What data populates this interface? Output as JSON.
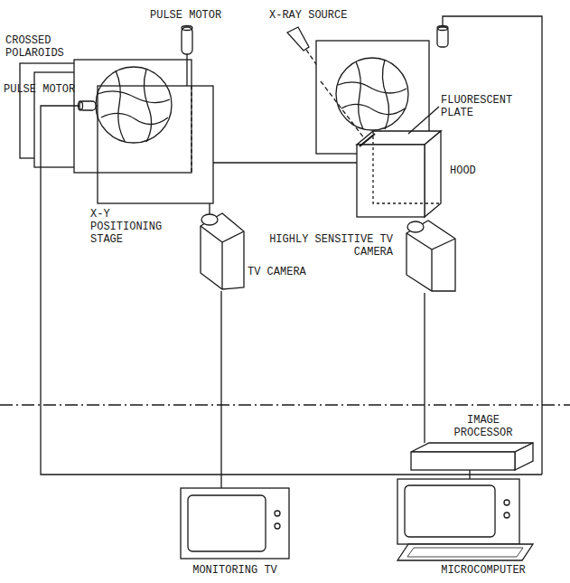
{
  "diagram": {
    "nodes": [
      {
        "text": [
          "TV CAMERA"
        ]
      },
      {
        "text": [
          "HIGHLY SENSITIVE TV CAMERA"
        ]
      },
      {
        "text": [
          "IMAGE PROCESSOR"
        ]
      },
      {
        "text": [
          "MONITORING TV"
        ]
      },
      {
        "text": [
          "MICROCOMPUTER"
        ]
      }
    ],
    "edges": [
      {
        "from": 0,
        "to": 3,
        "arrow": "none"
      },
      {
        "from": 1,
        "to": 2,
        "arrow": "none"
      },
      {
        "from": 2,
        "to": 4,
        "arrow": "none"
      }
    ],
    "labels": [
      "PULSE MOTOR",
      "X-RAY SOURCE",
      "CROSSED POLAROIDS",
      "PULSE MOTOR",
      "FLUORESCENT PLATE",
      "HOOD",
      "X-Y POSITIONING STAGE"
    ]
  }
}
